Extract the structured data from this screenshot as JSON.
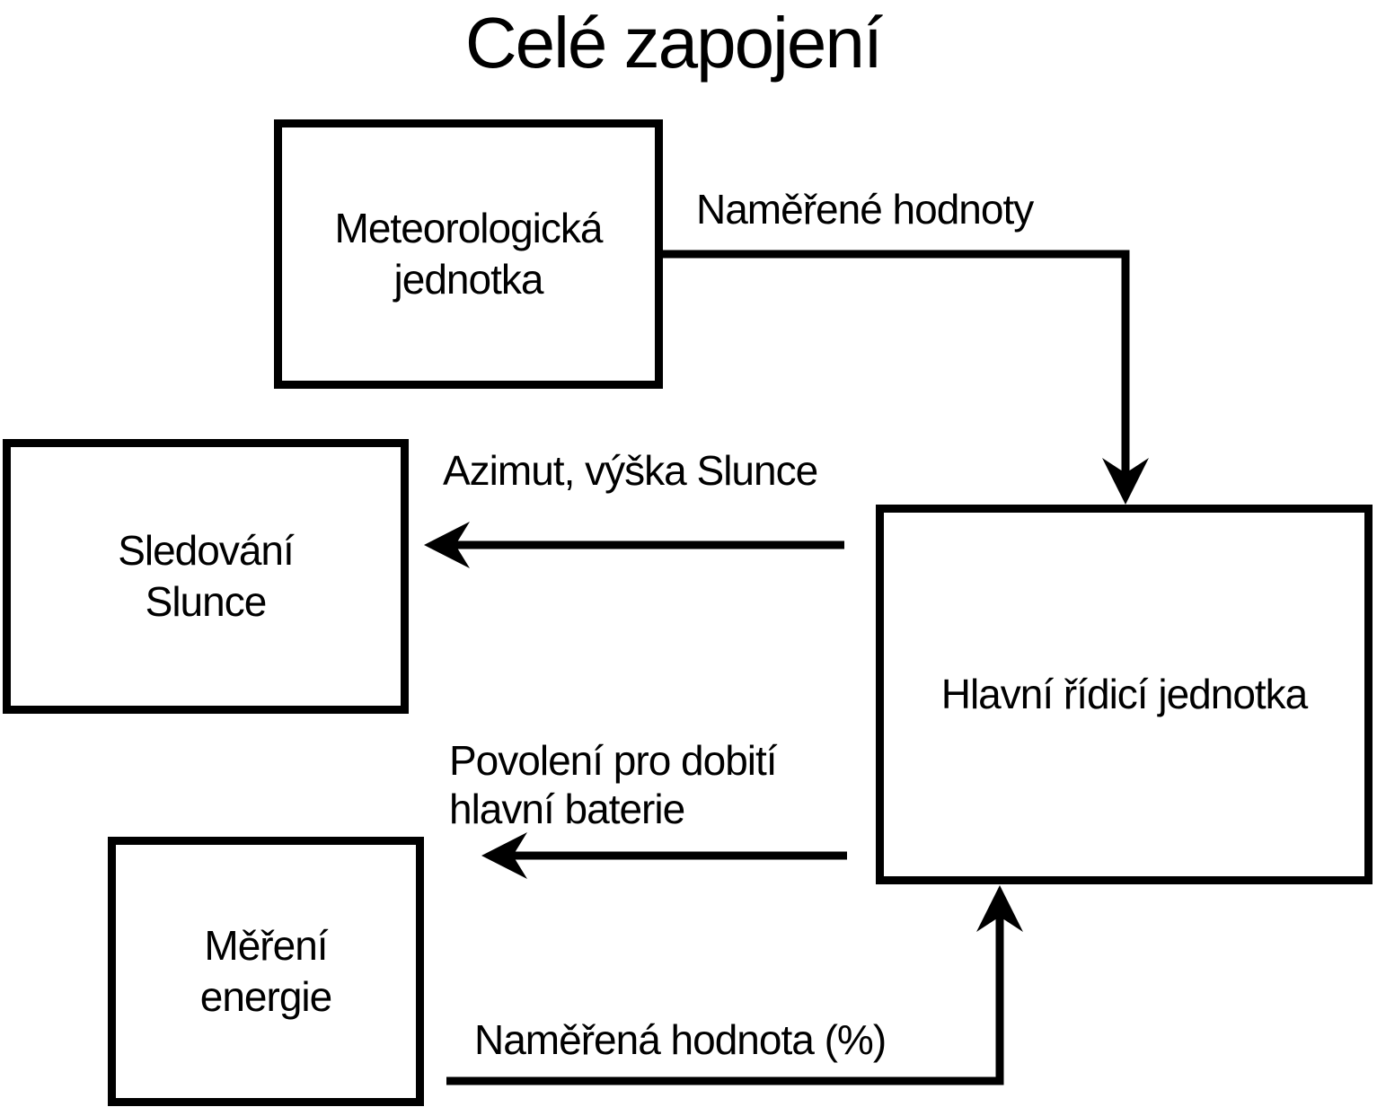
{
  "title": "Celé zapojení",
  "colors": {
    "ink": "#000000",
    "bg": "#ffffff"
  },
  "nodes": {
    "meteo": {
      "line1": "Meteorologická",
      "line2": "jednotka"
    },
    "sledovani": {
      "line1": "Sledování",
      "line2": "Slunce"
    },
    "mereni": {
      "line1": "Měření",
      "line2": "energie"
    },
    "hlavni": {
      "line1": "Hlavní řídicí jednotka"
    }
  },
  "edges": {
    "namerene_hodnoty": {
      "label": "Naměřené hodnoty",
      "from": "Meteorologická jednotka",
      "to": "Hlavní řídicí jednotka"
    },
    "azimut_vyska": {
      "label": "Azimut, výška Slunce",
      "from": "Hlavní řídicí jednotka",
      "to": "Sledování Slunce"
    },
    "povoleni_dobiti": {
      "label_line1": "Povolení pro dobití",
      "label_line2": "hlavní baterie",
      "from": "Hlavní řídicí jednotka",
      "to": "left"
    },
    "namerena_hodnota": {
      "label": "Naměřená hodnota (%)",
      "from": "Měření energie",
      "to": "Hlavní řídicí jednotka"
    }
  }
}
